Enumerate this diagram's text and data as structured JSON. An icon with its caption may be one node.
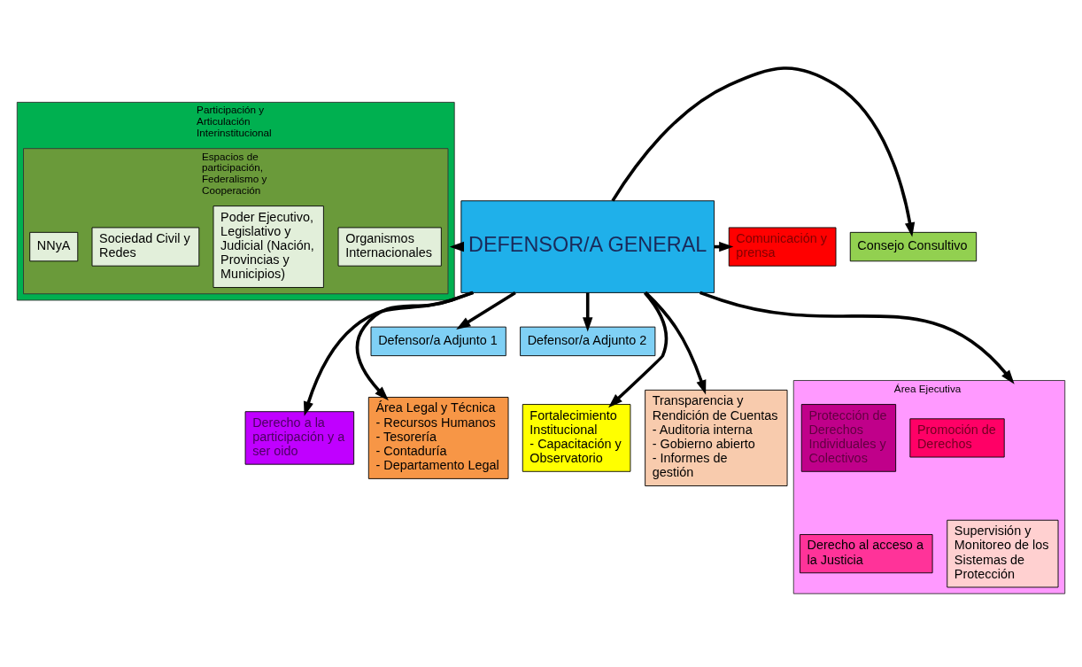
{
  "diagram": {
    "nodes": [
      {
        "text": [
          "DEFENSOR/A GENERAL"
        ]
      },
      {
        "text": [
          "Consejo Consultivo"
        ]
      },
      {
        "text": [
          "Comunicación y prensa"
        ]
      },
      {
        "text": [
          "Participación y Articulación Interinstitucional"
        ]
      },
      {
        "text": [
          "Espacios de participación, Federalismo y Cooperación"
        ],
        "in": 3
      },
      {
        "text": [
          "NNyA"
        ],
        "in": 4
      },
      {
        "text": [
          "Sociedad Civil y Redes"
        ],
        "in": 4
      },
      {
        "text": [
          "Poder Ejecutivo, Legislativo y Judicial (Nación, Provincias y Municipios)"
        ],
        "in": 4
      },
      {
        "text": [
          "Organismos Internacionales"
        ],
        "in": 4
      },
      {
        "text": [
          "Defensor/a Adjunto 1"
        ]
      },
      {
        "text": [
          "Defensor/a Adjunto 2"
        ]
      },
      {
        "text": [
          "Derecho a la participación y a ser oido"
        ]
      },
      {
        "text": [
          "Área Legal y Técnica",
          "- Recursos Humanos",
          "- Tesorería",
          "- Contaduría",
          "- Departamento Legal"
        ]
      },
      {
        "text": [
          "Área Ejecutiva"
        ]
      },
      {
        "text": [
          "Protección de Derechos Individuales y Colectivos"
        ],
        "in": 13
      },
      {
        "text": [
          "Promoción de Derechos"
        ],
        "in": 13
      },
      {
        "text": [
          "Derecho al acceso a la Justicia"
        ],
        "in": 13
      },
      {
        "text": [
          "Supervisión y Monitoreo de los Sistemas de Protección"
        ],
        "in": 13
      },
      {
        "text": [
          "Fortalecimiento Institucional",
          "- Capacitación y Observatorio"
        ]
      },
      {
        "text": [
          "Transparencia y Rendición de Cuentas",
          "- Auditoria interna",
          "- Gobierno abierto",
          "- Informes de gestión"
        ]
      }
    ],
    "edges": [
      {
        "from": 0,
        "to": 3,
        "arrow": "to"
      },
      {
        "from": 0,
        "to": 1,
        "arrow": "to"
      },
      {
        "from": 0,
        "to": 2,
        "arrow": "to"
      },
      {
        "from": 0,
        "to": 9,
        "arrow": "to"
      },
      {
        "from": 0,
        "to": 10,
        "arrow": "to"
      },
      {
        "from": 0,
        "to": 11,
        "arrow": "to"
      },
      {
        "from": 0,
        "to": 12,
        "arrow": "to"
      },
      {
        "from": 0,
        "to": 13,
        "arrow": "to"
      },
      {
        "from": 0,
        "to": 18,
        "arrow": "to"
      },
      {
        "from": 0,
        "to": 19,
        "arrow": "to"
      }
    ]
  }
}
